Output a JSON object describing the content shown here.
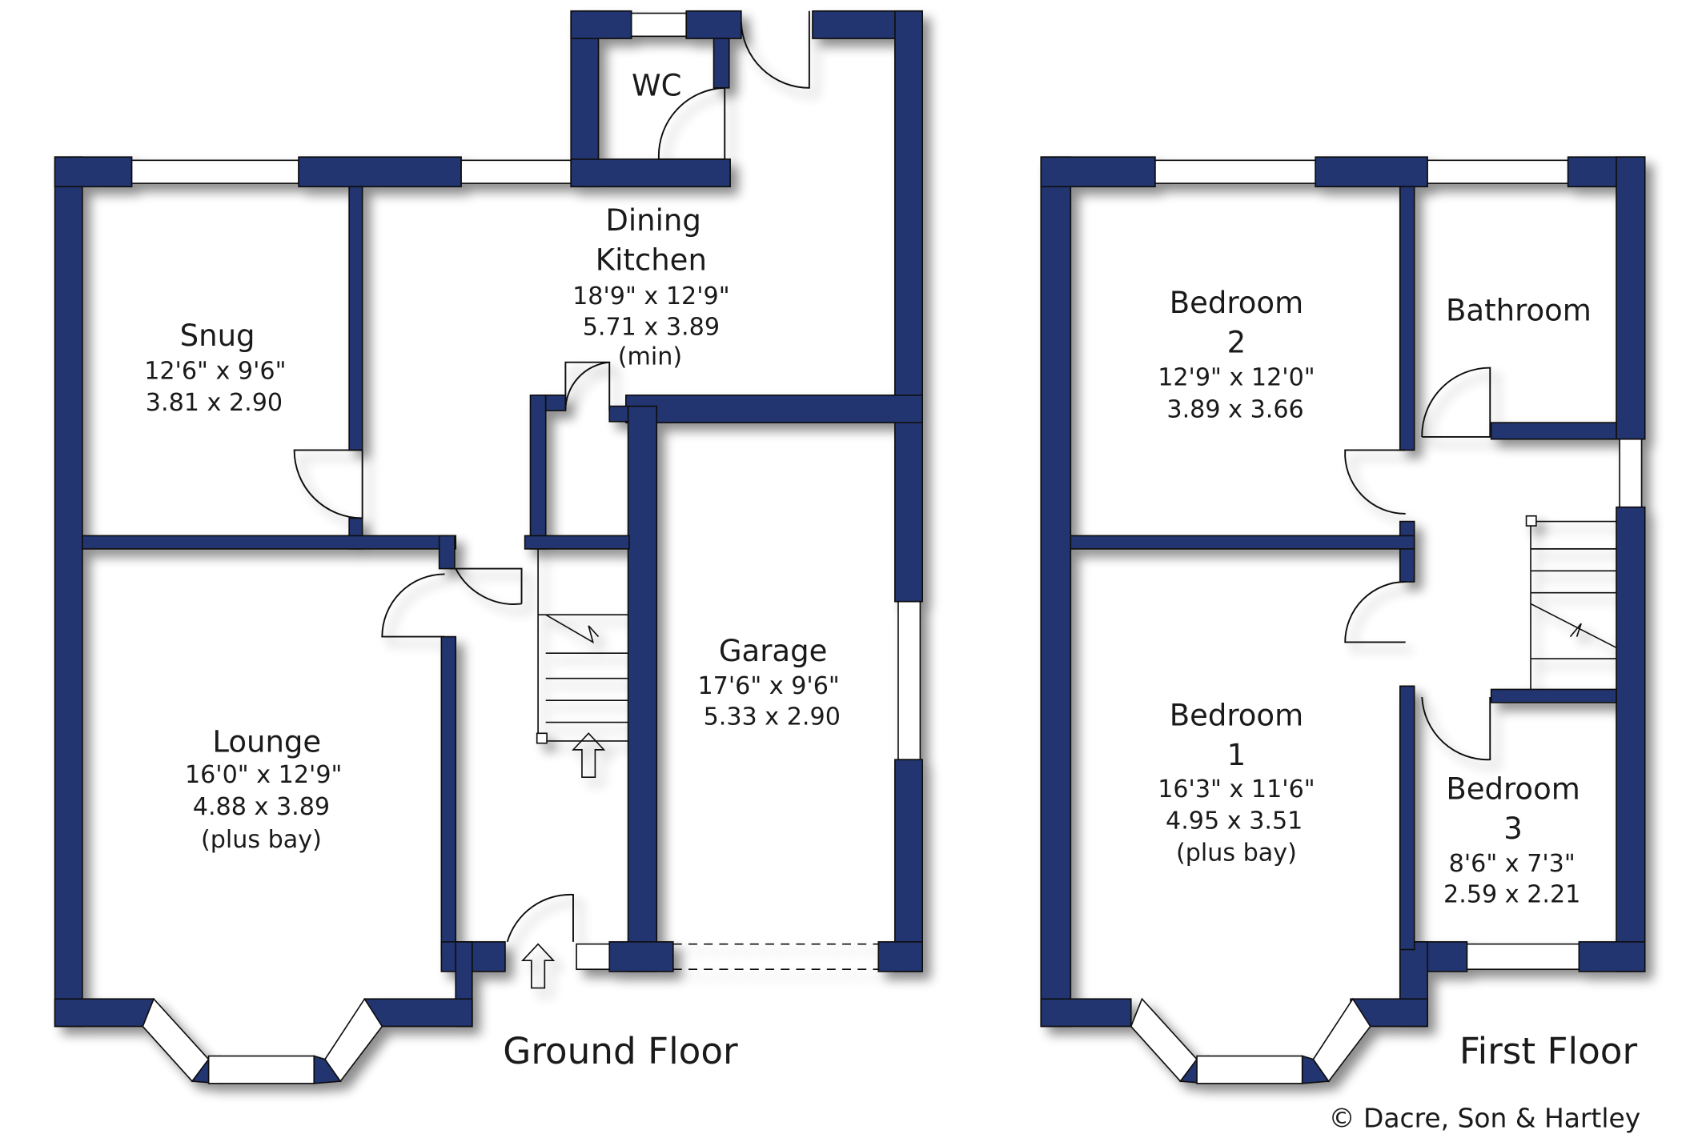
{
  "colors": {
    "wall": "#23346f",
    "background": "#ffffff",
    "text": "#1a1a1a"
  },
  "ground_floor": {
    "label": "Ground Floor",
    "rooms": {
      "wc": {
        "name": "WC"
      },
      "kitchen": {
        "name1": "Dining",
        "name2": "Kitchen",
        "imperial": "18'9\"  x  12'9\"",
        "metric": "5.71  x  3.89",
        "note": "(min)"
      },
      "snug": {
        "name": "Snug",
        "imperial": "12'6\"  x   9'6\"",
        "metric": "3.81  x  2.90"
      },
      "lounge": {
        "name": "Lounge",
        "imperial": "16'0\"  x  12'9\"",
        "metric": "4.88  x  3.89",
        "note": "(plus bay)"
      },
      "garage": {
        "name": "Garage",
        "imperial": "17'6\"  x   9'6\"",
        "metric": "5.33  x  2.90"
      }
    }
  },
  "first_floor": {
    "label": "First Floor",
    "rooms": {
      "bedroom2": {
        "name1": "Bedroom",
        "name2": "2",
        "imperial": "12'9\"  x  12'0\"",
        "metric": "3.89  x  3.66"
      },
      "bathroom": {
        "name": "Bathroom"
      },
      "bedroom1": {
        "name1": "Bedroom",
        "name2": "1",
        "imperial": "16'3\"  x  11'6\"",
        "metric": "4.95  x  3.51",
        "note": "(plus bay)"
      },
      "bedroom3": {
        "name1": "Bedroom",
        "name2": "3",
        "imperial": "8'6\"  x   7'3\"",
        "metric": "2.59  x  2.21"
      }
    }
  },
  "copyright": "© Dacre, Son & Hartley"
}
